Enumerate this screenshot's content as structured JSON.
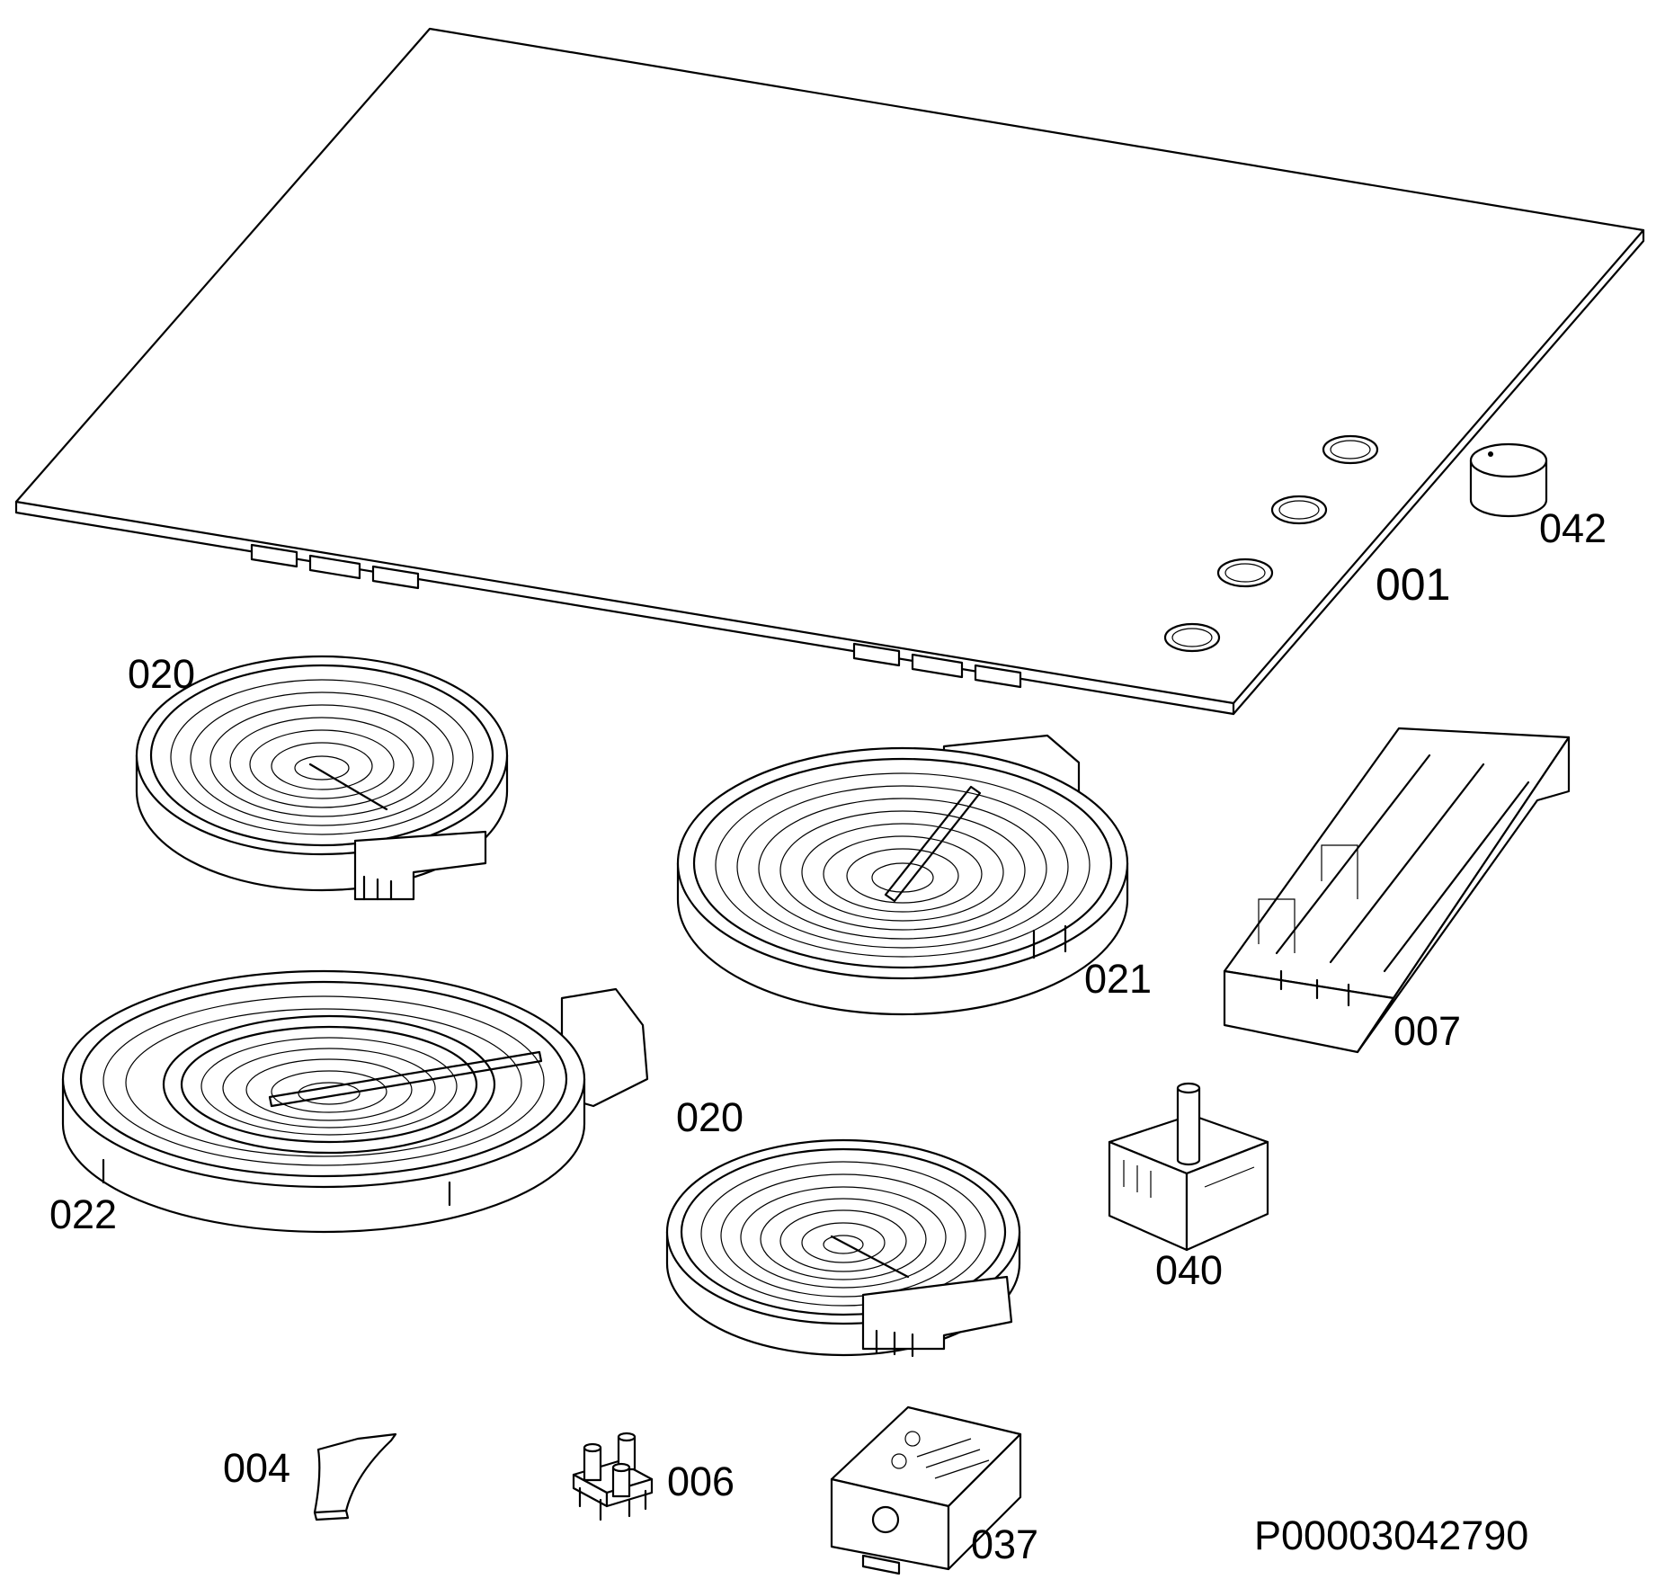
{
  "labels": {
    "p001": "001",
    "p042": "042",
    "p020a": "020",
    "p021": "021",
    "p007": "007",
    "p022": "022",
    "p020b": "020",
    "p040": "040",
    "p004": "004",
    "p006": "006",
    "p037": "037"
  },
  "drawing_number": "P00003042790",
  "colors": {
    "line": "#000000",
    "background": "#ffffff"
  }
}
